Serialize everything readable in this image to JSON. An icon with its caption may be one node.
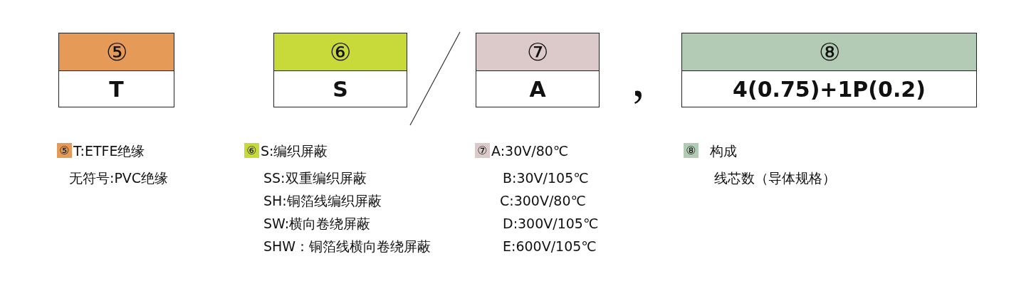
{
  "diagram": {
    "nodes": [
      {
        "text": [
          "⑤",
          "T"
        ]
      },
      {
        "text": [
          "⑥",
          "S"
        ]
      },
      {
        "text": [
          "⑦",
          "A"
        ]
      },
      {
        "text": [
          "⑧",
          "4(0.75)+1P(0.2)"
        ]
      }
    ],
    "edges": [],
    "labels": [
      "⑤",
      "⑥",
      "⑦",
      "⑧",
      "无符号:PVC绝缘",
      "SS:双重编织屏蔽",
      "SH:铜箔线编织屏蔽",
      "SW:横向卷绕屏蔽",
      "SHW：铜箔线横向卷绕屏蔽",
      "B:30V/105℃",
      "C:300V/80℃",
      "D:300V/105℃",
      "E:600V/105℃",
      "线芯数（导体规格）"
    ],
    "legend": [
      {
        "text": "T:ETFE绝缘",
        "color": "#e59a57"
      },
      {
        "text": "S:编织屏蔽",
        "color": "#c8d93a"
      },
      {
        "text": "A:30V/80℃",
        "color": "#dccaca"
      },
      {
        "text": "构成",
        "color": "#b3cbb5"
      }
    ]
  }
}
